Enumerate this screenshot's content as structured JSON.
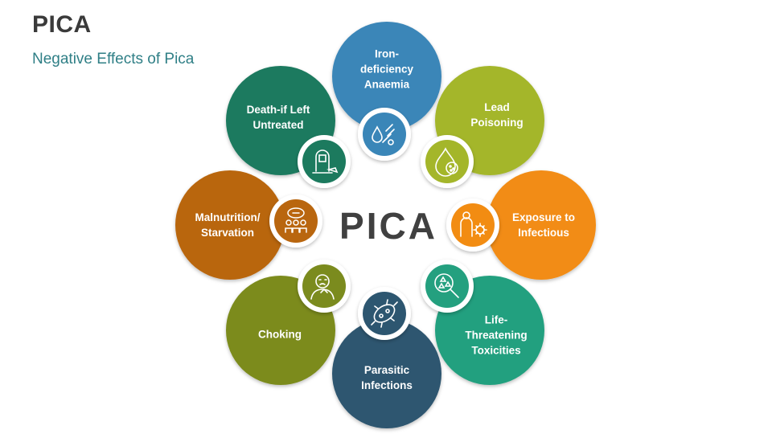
{
  "header": {
    "title": "PICA",
    "subtitle": "Negative Effects of Pica"
  },
  "center": {
    "label": "PICA"
  },
  "petals": [
    {
      "label": "Iron-\ndeficiency\nAnaemia",
      "color": "#3a86b8",
      "icon": "blood-drop-hand-icon"
    },
    {
      "label": "Lead\nPoisoning",
      "color": "#a4b62a",
      "icon": "lead-drop-icon"
    },
    {
      "label": "Exposure to\nInfectious",
      "color": "#f28c12",
      "icon": "person-virus-icon"
    },
    {
      "label": "Life-\nThreatening\nToxicities",
      "color": "#24a07f",
      "icon": "magnifier-toxin-icon"
    },
    {
      "label": "Parasitic\nInfections",
      "color": "#2d5670",
      "icon": "parasite-icon"
    },
    {
      "label": "Choking",
      "color": "#7b8b1e",
      "icon": "choking-person-icon"
    },
    {
      "label": "Malnutrition/\nStarvation",
      "color": "#b9660f",
      "icon": "starving-people-icon"
    },
    {
      "label": "Death-if Left\nUntreated",
      "color": "#1c7a5e",
      "icon": "gravestone-icon"
    }
  ]
}
